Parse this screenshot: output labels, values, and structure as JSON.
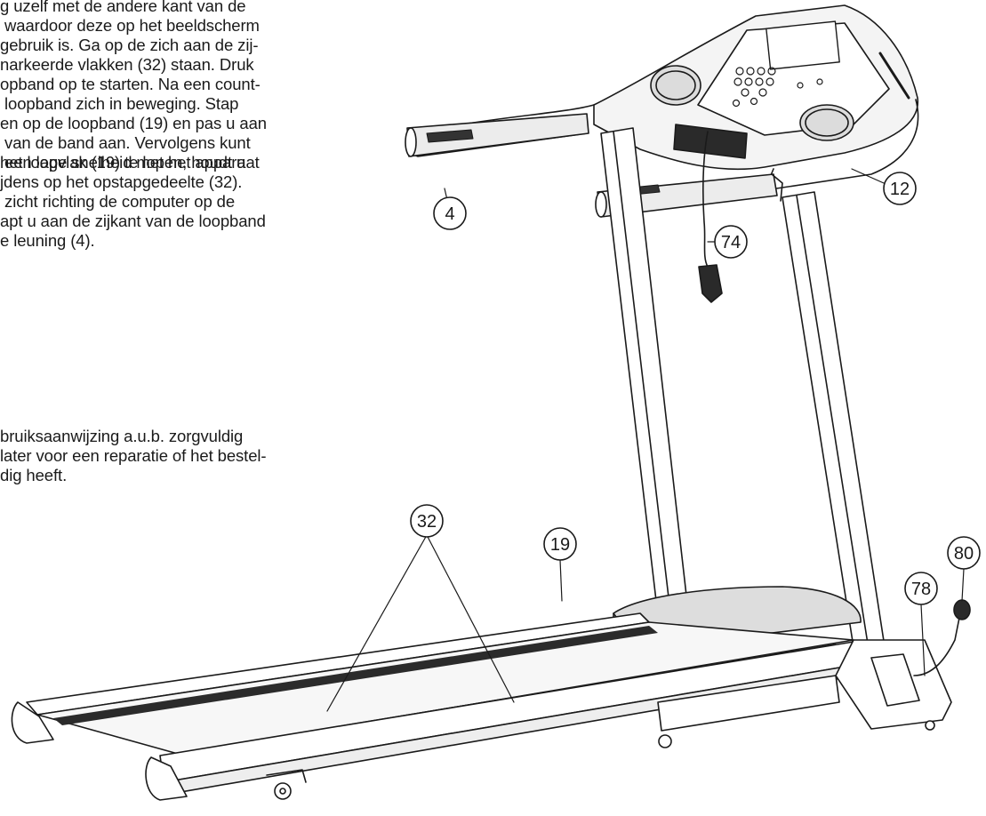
{
  "text": {
    "paragraph1": [
      "g uzelf met de andere kant van de",
      " waardoor deze op het beeldscherm",
      "gebruik is. Ga op de zich aan de zij-",
      "narkeerde vlakken (32) staan. Druk",
      "opband op te starten. Na een count-",
      " loopband zich in beweging. Stap",
      "en op de loopband (19) en pas u aan",
      " van de band aan. Vervolgens kunt",
      " een lage snelheid met het apparaat"
    ],
    "paragraph2": [
      "het loopvlak (19) te lopen, houdt u",
      "jdens op het opstapgedeelte (32).",
      " zicht richting de computer op de",
      "apt u aan de zijkant van de loopband",
      "e leuning (4)."
    ],
    "paragraph3": [
      "bruiksaanwijzing a.u.b. zorgvuldig",
      "later voor een reparatie of het bestel-",
      "dig heeft."
    ]
  },
  "callouts": {
    "c4": "4",
    "c12": "12",
    "c74": "74",
    "c32": "32",
    "c19": "19",
    "c78": "78",
    "c80": "80"
  }
}
